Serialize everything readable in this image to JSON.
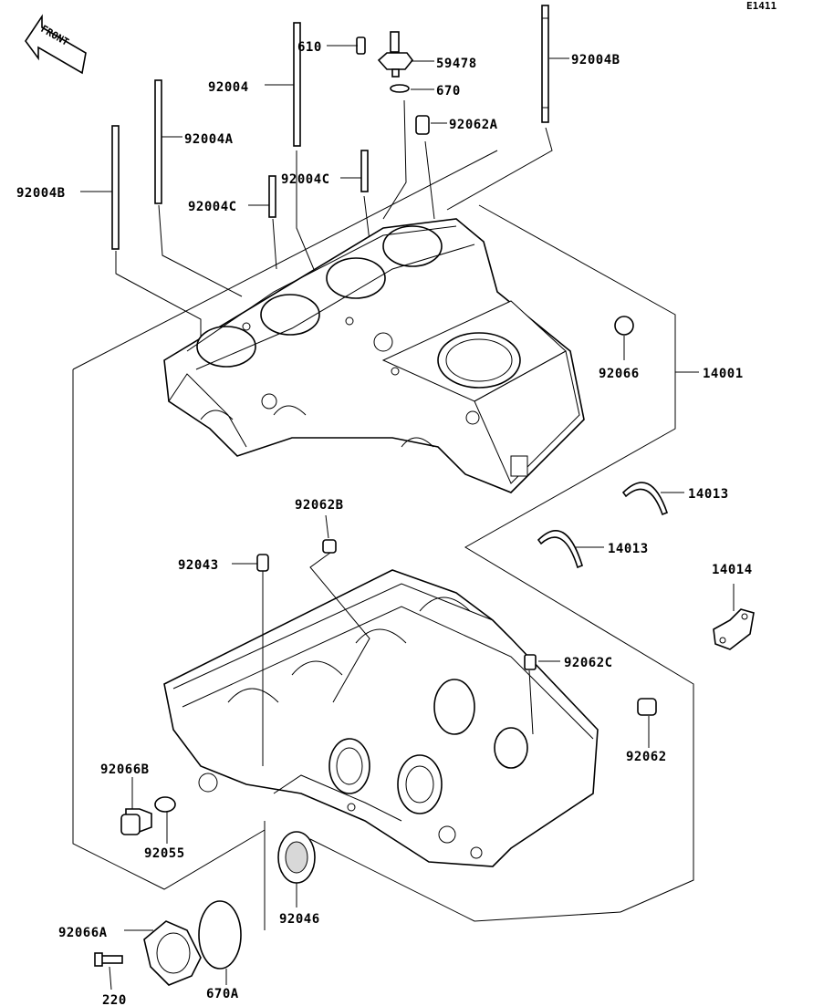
{
  "diagram_code": "E1411",
  "front_label": "FRONT",
  "callouts": [
    {
      "id": "c-610",
      "text": "610"
    },
    {
      "id": "c-59478",
      "text": "59478"
    },
    {
      "id": "c-670",
      "text": "670"
    },
    {
      "id": "c-92004B-right",
      "text": "92004B"
    },
    {
      "id": "c-92004",
      "text": "92004"
    },
    {
      "id": "c-92004A",
      "text": "92004A"
    },
    {
      "id": "c-92062A",
      "text": "92062A"
    },
    {
      "id": "c-92004C-upper",
      "text": "92004C"
    },
    {
      "id": "c-92004C-lower",
      "text": "92004C"
    },
    {
      "id": "c-92004B-left",
      "text": "92004B"
    },
    {
      "id": "c-92066",
      "text": "92066"
    },
    {
      "id": "c-14001",
      "text": "14001"
    },
    {
      "id": "c-14013-upper",
      "text": "14013"
    },
    {
      "id": "c-14013-lower",
      "text": "14013"
    },
    {
      "id": "c-92062B",
      "text": "92062B"
    },
    {
      "id": "c-92043",
      "text": "92043"
    },
    {
      "id": "c-14014",
      "text": "14014"
    },
    {
      "id": "c-92062C",
      "text": "92062C"
    },
    {
      "id": "c-92062",
      "text": "92062"
    },
    {
      "id": "c-92066B",
      "text": "92066B"
    },
    {
      "id": "c-92055",
      "text": "92055"
    },
    {
      "id": "c-92046",
      "text": "92046"
    },
    {
      "id": "c-92066A",
      "text": "92066A"
    },
    {
      "id": "c-220",
      "text": "220"
    },
    {
      "id": "c-670A",
      "text": "670A"
    }
  ]
}
